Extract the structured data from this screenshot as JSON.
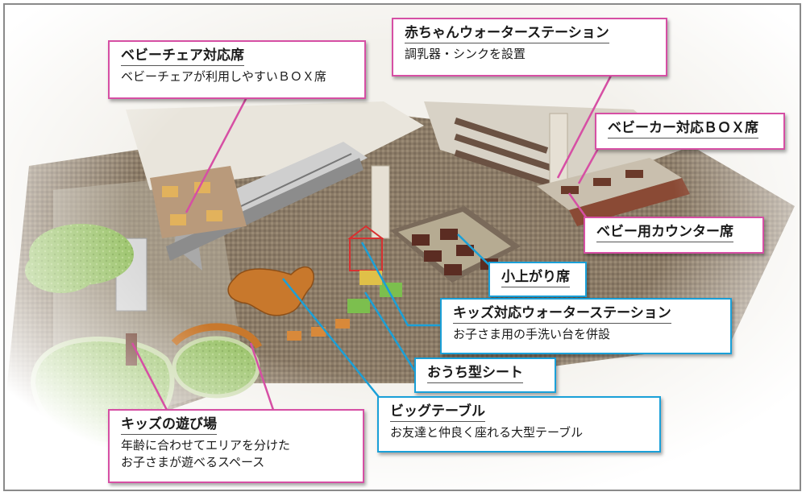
{
  "callouts": {
    "baby_chair": {
      "title": "ベビーチェア対応席",
      "desc": "ベビーチェアが利用しやすいＢＯＸ席"
    },
    "baby_water": {
      "title": "赤ちゃんウォーターステーション",
      "desc": "調乳器・シンクを設置"
    },
    "stroller_box": {
      "title": "ベビーカー対応ＢＯＸ席"
    },
    "baby_counter": {
      "title": "ベビー用カウンター席"
    },
    "koagari": {
      "title": "小上がり席"
    },
    "kids_water": {
      "title": "キッズ対応ウォーターステーション",
      "desc": "お子さま用の手洗い台を併設"
    },
    "ouchi_seat": {
      "title": "おうち型シート"
    },
    "big_table": {
      "title": "ビッグテーブル",
      "desc": "お友達と仲良く座れる大型テーブル"
    },
    "kids_play": {
      "title": "キッズの遊び場",
      "desc_line1": "年齢に合わせてエリアを分けた",
      "desc_line2": "お子さまが遊べるスペース"
    }
  },
  "colors": {
    "pink_callout": "#d64fa4",
    "blue_callout": "#1aa0d8",
    "floor": "#8a7a68",
    "lawn": "#9ac46a",
    "table_wood": "#c8782c"
  }
}
